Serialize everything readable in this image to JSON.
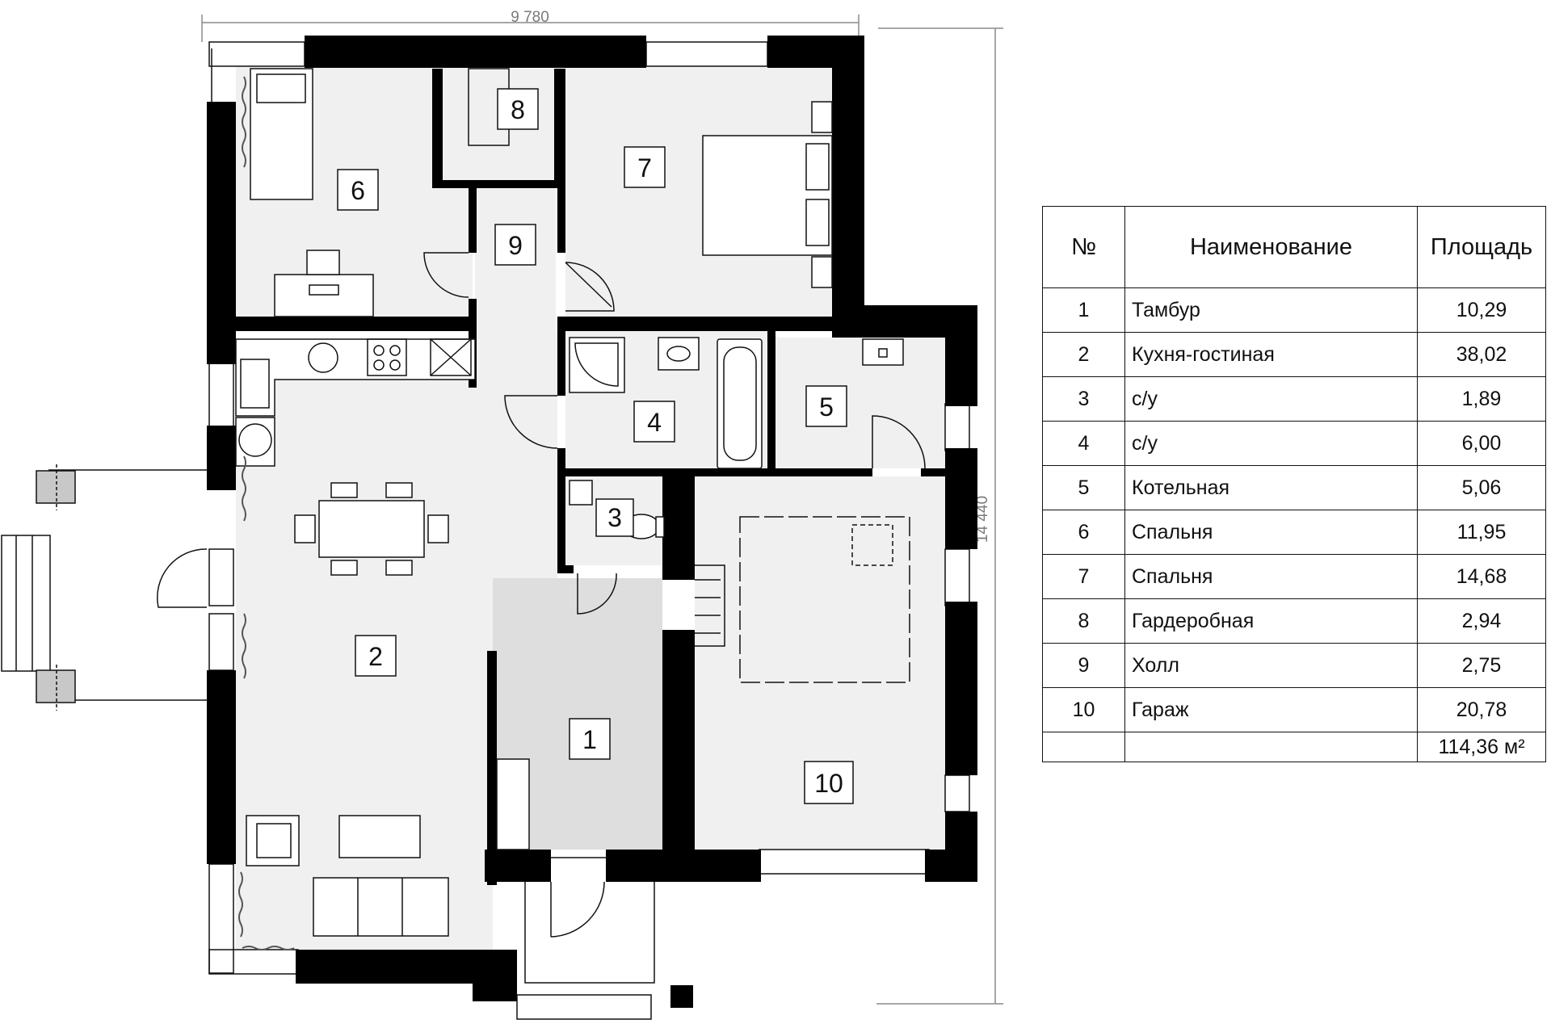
{
  "dimensions": {
    "width_label": "9 780",
    "height_label": "14 440"
  },
  "room_labels": [
    "1",
    "2",
    "3",
    "4",
    "5",
    "6",
    "7",
    "8",
    "9",
    "10"
  ],
  "table": {
    "headers": {
      "number": "№",
      "name": "Наименование",
      "area": "Площадь"
    },
    "rows": [
      {
        "no": "1",
        "name": "Тамбур",
        "area": "10,29"
      },
      {
        "no": "2",
        "name": "Кухня-гостиная",
        "area": "38,02"
      },
      {
        "no": "3",
        "name": "с/у",
        "area": "1,89"
      },
      {
        "no": "4",
        "name": "с/у",
        "area": "6,00"
      },
      {
        "no": "5",
        "name": "Котельная",
        "area": "5,06"
      },
      {
        "no": "6",
        "name": "Спальня",
        "area": "11,95"
      },
      {
        "no": "7",
        "name": "Спальня",
        "area": "14,68"
      },
      {
        "no": "8",
        "name": "Гардеробная",
        "area": "2,94"
      },
      {
        "no": "9",
        "name": "Холл",
        "area": "2,75"
      },
      {
        "no": "10",
        "name": "Гараж",
        "area": "20,78"
      }
    ],
    "total": "114,36 м²"
  },
  "colors": {
    "wall": "#000000",
    "floor": "#f0f0f0",
    "vestibule_floor": "#dedede",
    "line": "#111111",
    "dimension": "#8a8a8a"
  }
}
